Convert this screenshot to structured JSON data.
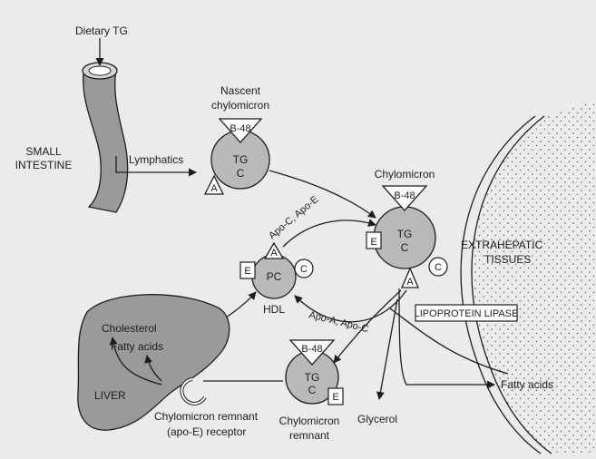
{
  "labels": {
    "dietary_tg": "Dietary TG",
    "small_intestine_1": "SMALL",
    "small_intestine_2": "INTESTINE",
    "lymphatics": "Lymphatics",
    "nascent_1": "Nascent",
    "nascent_2": "chylomicron",
    "chylomicron": "Chylomicron",
    "extrahepatic_1": "EXTRAHEPATIC",
    "extrahepatic_2": "TISSUES",
    "lipoprotein_lipase": "LIPOPROTEIN LIPASE",
    "apo_c_e": "Apo-C, Apo-E",
    "apo_a_c": "Apo-A, Apo-C",
    "hdl": "HDL",
    "cholesterol": "Cholesterol",
    "fatty_acids_liver": "Fatty acids",
    "liver": "LIVER",
    "remnant_receptor_1": "Chylomicron remnant",
    "remnant_receptor_2": "(apo-E) receptor",
    "remnant_1": "Chylomicron",
    "remnant_2": "remnant",
    "glycerol": "Glycerol",
    "fatty_acids_out": "Fatty acids"
  },
  "particles": {
    "nascent": {
      "apo_top": "B-48",
      "core_1": "TG",
      "core_2": "C",
      "apo_side": "A"
    },
    "chylomicron": {
      "apo_top": "B-48",
      "core_1": "TG",
      "core_2": "C",
      "apo_left": "E",
      "apo_right": "C",
      "apo_bottom": "A"
    },
    "hdl": {
      "core": "PC",
      "apo_top": "A",
      "apo_left": "E",
      "apo_right": "C"
    },
    "remnant": {
      "apo_top": "B-48",
      "core_1": "TG",
      "core_2": "C",
      "apo_right": "E"
    }
  },
  "colors": {
    "background": "#ebebeb",
    "particle_fill": "#b9b9b9",
    "organ_fill": "#9a9a9a",
    "ink": "#1e1e1e"
  }
}
